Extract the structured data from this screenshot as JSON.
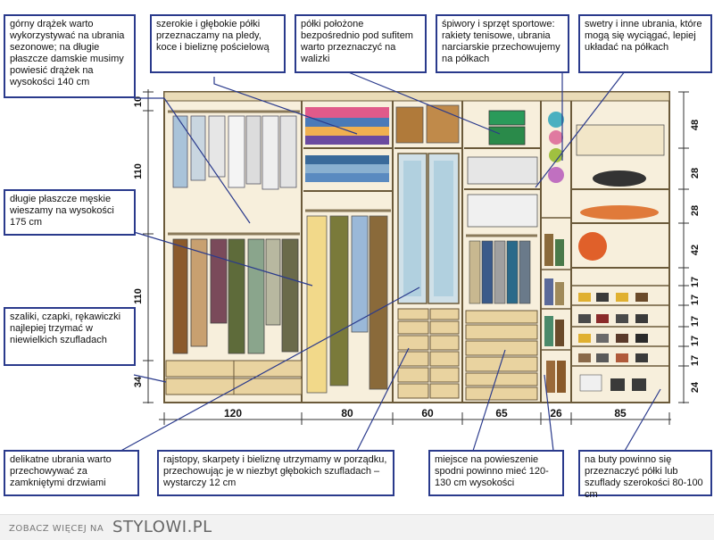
{
  "callouts": {
    "upper_rod": "górny drążek warto wykorzystywać na ubrania sezonowe; na długie płaszcze damskie musimy powiesić drążek na wysokości 140 cm",
    "deep_shelves": "szerokie i głębokie półki przeznaczamy na pledy, koce i bieliznę pościelową",
    "ceiling_shelves": "półki położone bezpośrednio pod sufitem warto przeznaczyć na walizki",
    "sports": "śpiwory i sprzęt sportowe: rakiety tenisowe, ubrania narciarskie przechowujemy na półkach",
    "sweaters": "swetry i inne ubrania, które mogą się wyciągać, lepiej układać na półkach",
    "mens_coats": "długie płaszcze męskie wieszamy na wysokości 175 cm",
    "scarves": "szaliki, czapki, rękawiczki najlepiej trzymać w niewielkich szufladach",
    "delicate": "delikatne ubrania warto przechowywać za zamkniętymi drzwiami",
    "tights": "rajstopy, skarpety i bieliznę utrzymamy w porządku, przechowując je w niezbyt głębokich szufladach – wystarczy 12 cm",
    "hanging_space": "miejsce na powieszenie spodni powinno mieć 120-130 cm wysokości",
    "shoes": "na buty powinno się przeznaczyć półki lub szuflady szerokości 80-100 cm"
  },
  "dimensions": {
    "widths": [
      "120",
      "80",
      "60",
      "65",
      "26",
      "85"
    ],
    "left_heights": [
      "10",
      "110",
      "110",
      "34"
    ],
    "right_heights": [
      "48",
      "28",
      "28",
      "42",
      "17",
      "17",
      "17",
      "17",
      "17",
      "24"
    ]
  },
  "footer": {
    "small": "ZOBACZ WIĘCEJ NA",
    "brand": "STYLOWI.PL"
  },
  "colors": {
    "callout_border": "#2a3a8c",
    "leader_line": "#2a3a8c",
    "wardrobe_panel": "#f5ecd6",
    "drawer": "#e9d3a0",
    "outline": "#6b5a3a"
  }
}
